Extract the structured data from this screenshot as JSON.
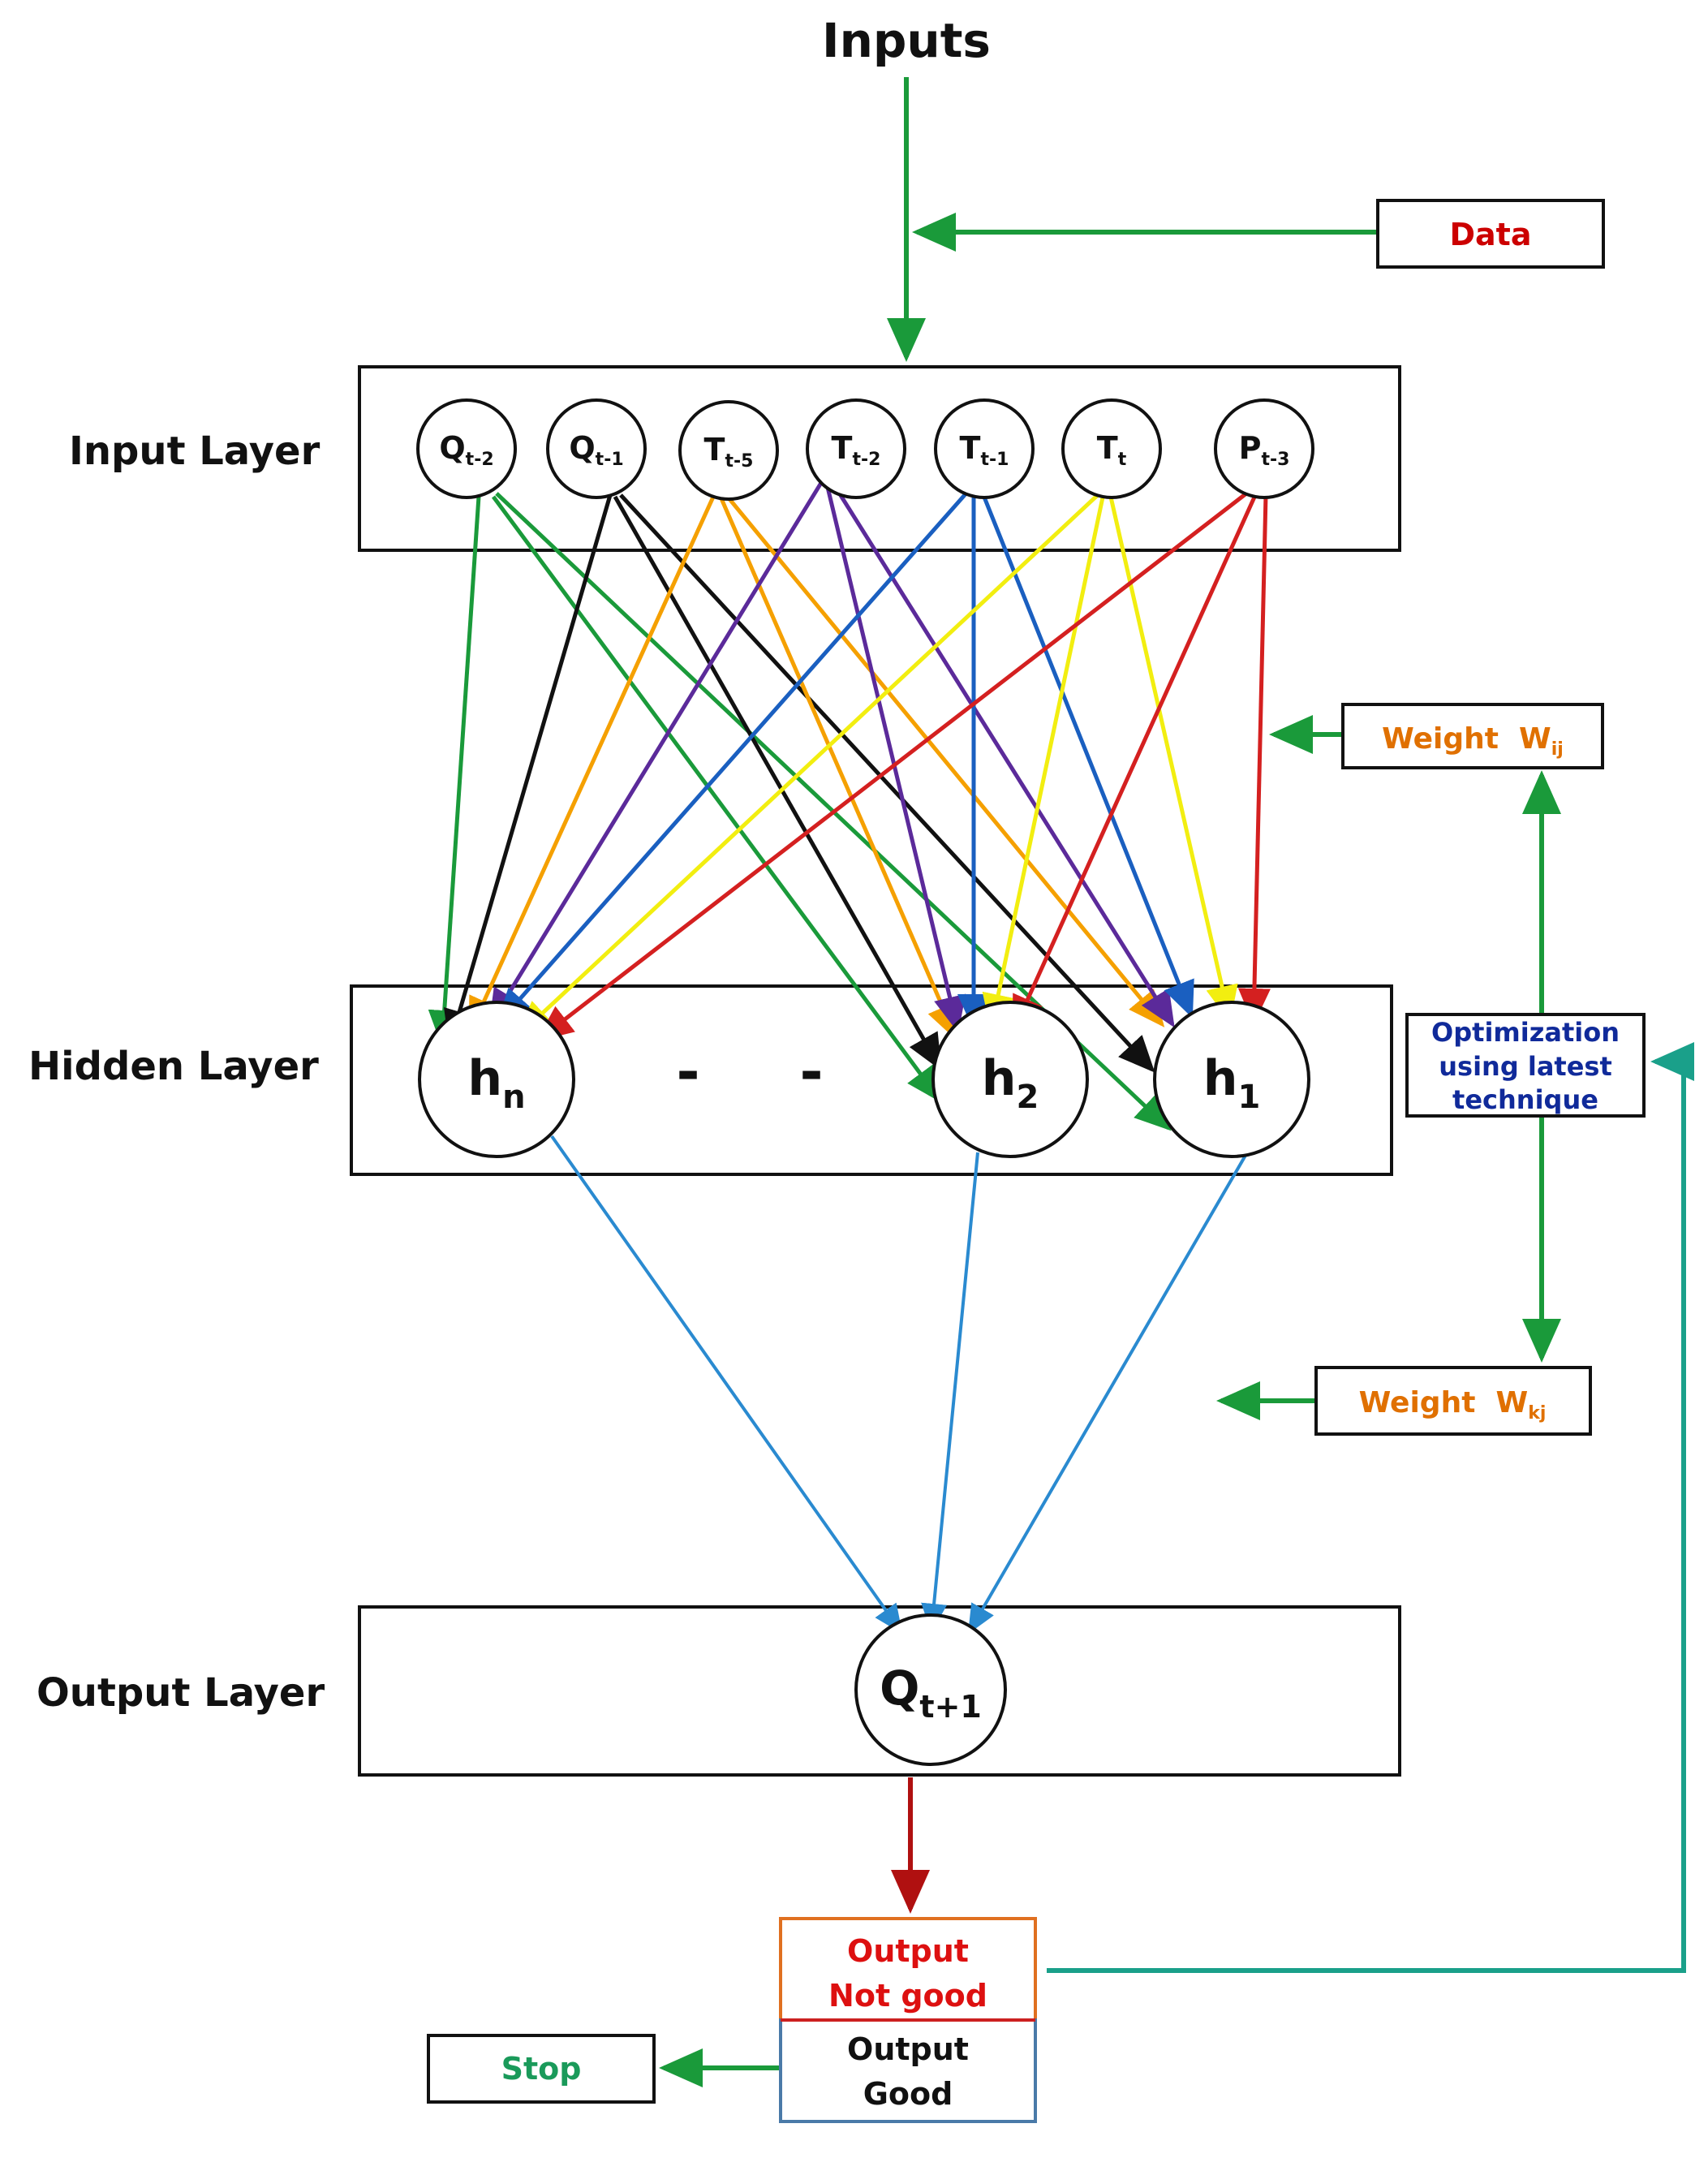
{
  "title": "Inputs",
  "layers": {
    "input": "Input Layer",
    "hidden": "Hidden Layer",
    "output": "Output Layer"
  },
  "input_nodes": [
    {
      "base": "Q",
      "sub": "t-2"
    },
    {
      "base": "Q",
      "sub": "t-1"
    },
    {
      "base": "T",
      "sub": "t-5"
    },
    {
      "base": "T",
      "sub": "t-2"
    },
    {
      "base": "T",
      "sub": "t-1"
    },
    {
      "base": "T",
      "sub": "t"
    },
    {
      "base": "P",
      "sub": "t-3"
    }
  ],
  "hidden_nodes": [
    {
      "base": "h",
      "sub": "n"
    },
    {
      "base": "h",
      "sub": "2"
    },
    {
      "base": "h",
      "sub": "1"
    }
  ],
  "hidden_dashes": [
    "-",
    "-"
  ],
  "output_node": {
    "base": "Q",
    "sub": "t+1"
  },
  "boxes": {
    "data": "Data",
    "weight_ij": {
      "base": "Weight  W",
      "sub": "ij"
    },
    "weight_kj": {
      "base": "Weight  W",
      "sub": "kj"
    },
    "optimization": [
      "Optimization",
      "using latest",
      "technique"
    ],
    "output_not_good": [
      "Output",
      "Not good"
    ],
    "output_good": [
      "Output",
      "Good"
    ],
    "stop": "Stop"
  },
  "colors": {
    "green": "#1a9a3a",
    "black": "#111111",
    "orange": "#f5a000",
    "purple": "#5b2a9a",
    "blue": "#1a5fc0",
    "yellow": "#f2ee10",
    "red": "#d42020",
    "hidden_out": "#2a8ad0",
    "dark_red": "#b01010",
    "teal": "#1aa08a",
    "text_red": "#cc0000",
    "text_orange": "#e07000",
    "text_blue": "#102a9a",
    "text_green": "#1a9a5a"
  }
}
